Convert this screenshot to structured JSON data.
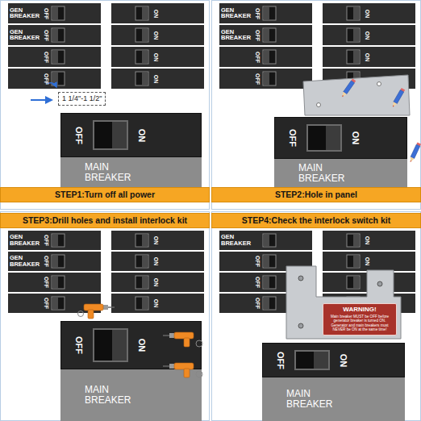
{
  "diagram": {
    "nodes": [
      {
        "text": [
          "OFF",
          "ON",
          "MAIN BREAKER"
        ]
      },
      {
        "text": [
          "STEP1:Turn off all power"
        ]
      },
      {
        "text": [
          "OFF",
          "ON",
          "MAIN BREAKER"
        ]
      },
      {
        "text": [
          "STEP2:Hole in panel"
        ]
      },
      {
        "text": [
          "STEP3:Drill holes and install interlock kit"
        ]
      },
      {
        "text": [
          "OFF",
          "ON",
          "MAIN BREAKER"
        ]
      },
      {
        "text": [
          "STEP4:Check the interlock switch kit"
        ]
      },
      {
        "text": [
          "WARNING!",
          "Main breaker MUST be OFF before generator breaker is turned ON. Generator and main breakers must NEVER be ON at the same time!"
        ]
      },
      {
        "text": [
          "OFF",
          "ON",
          "MAIN BREAKER"
        ]
      }
    ],
    "labels": [
      "GEN BREAKER",
      "GEN BREAKER",
      "OFF",
      "OFF",
      "OFF",
      "OFF",
      "ON",
      "ON",
      "ON",
      "ON",
      "1 1/4\"-1 1/2\"",
      "GEN BREAKER",
      "GEN BREAKER",
      "OFF",
      "OFF",
      "OFF",
      "OFF",
      "ON",
      "ON",
      "ON",
      "GEN BREAKER",
      "GEN BREAKER",
      "OFF",
      "OFF",
      "OFF",
      "OFF",
      "ON",
      "ON",
      "ON",
      "ON",
      "GEN BREAKER",
      "OFF",
      "OFF",
      "OFF",
      "ON",
      "ON"
    ]
  }
}
